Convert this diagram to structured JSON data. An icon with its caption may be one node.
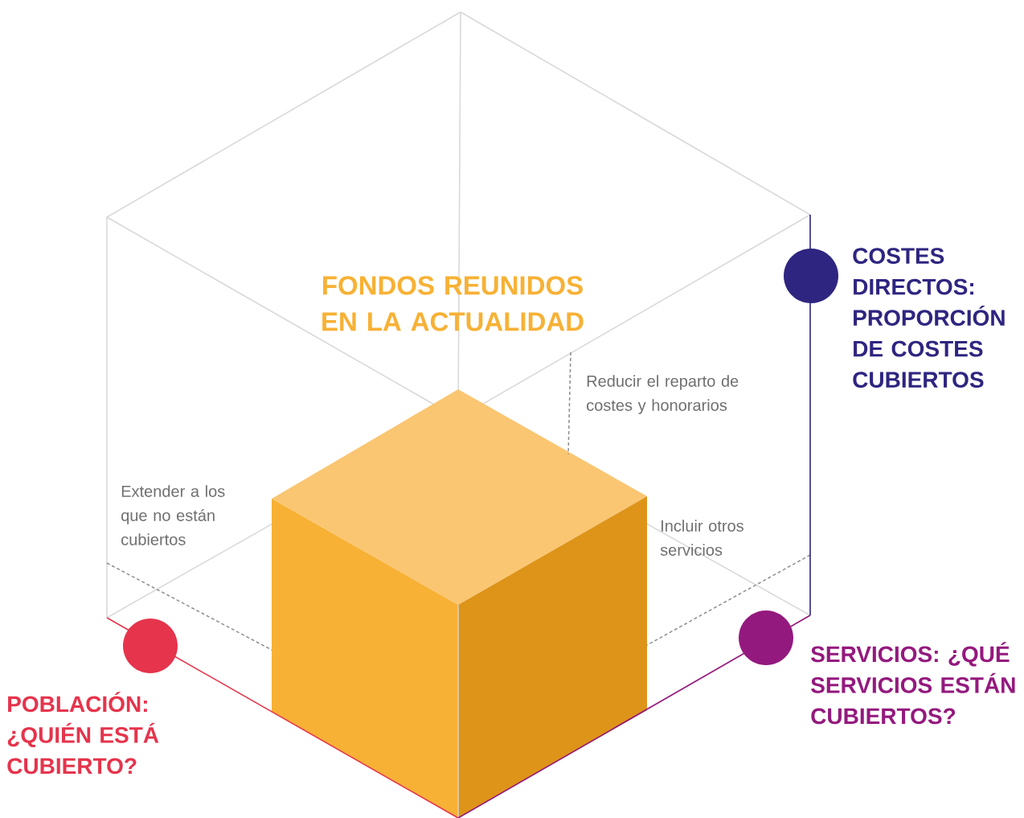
{
  "diagram": {
    "title": "FONDOS REUNIDOS EN LA ACTUALIDAD",
    "nodes": [
      {
        "text": [],
        "shape": "circle",
        "beside": [
          "COSTES DIRECTOS: PROPORCIÓN DE COSTES CUBIERTOS"
        ]
      },
      {
        "text": [],
        "shape": "circle",
        "beside": [
          "POBLACIÓN: ¿QUIÉN ESTÁ CUBIERTO?"
        ]
      },
      {
        "text": [],
        "shape": "circle",
        "beside": [
          "SERVICIOS: ¿QUÉ SERVICIOS ESTÁN CUBIERTOS?"
        ]
      }
    ],
    "labels": [
      "Reducir el reparto de costes y honorarios",
      "Extender a los que no están cubiertos",
      "Incluir otros servicios"
    ]
  }
}
